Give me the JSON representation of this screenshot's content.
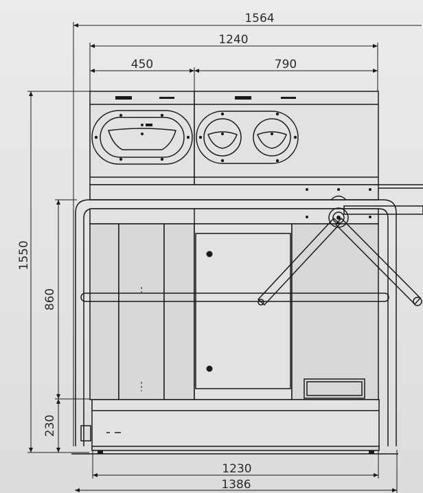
{
  "dimensions": {
    "overall_width": "1564",
    "inner_width": "1240",
    "left_section": "450",
    "right_section": "790",
    "total_height": "1550",
    "rail_height": "860",
    "base_height": "230",
    "base_width": "1230",
    "bottom_width": "1386"
  },
  "colors": {
    "background_top": "#ebebeb",
    "background_bottom": "#dcdcdc",
    "line": "#1a1a1a"
  }
}
